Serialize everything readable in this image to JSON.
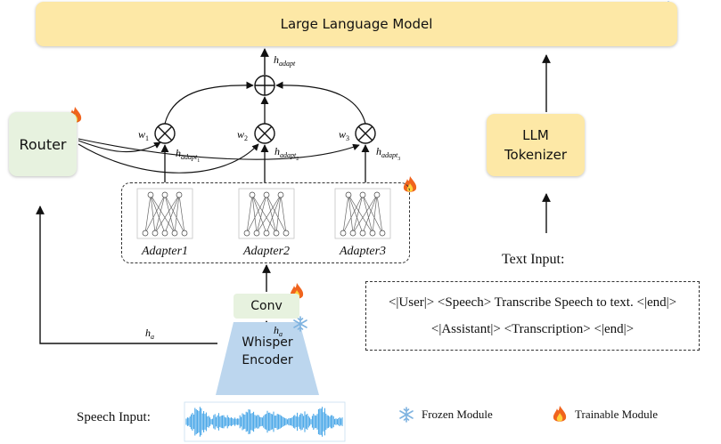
{
  "llm": {
    "label": "Large Language Model"
  },
  "router": {
    "label": "Router"
  },
  "tokenizer": {
    "line1": "LLM",
    "line2": "Tokenizer"
  },
  "conv": {
    "label": "Conv"
  },
  "whisper": {
    "line1": "Whisper",
    "line2": "Encoder"
  },
  "adapters": [
    "Adapter1",
    "Adapter2",
    "Adapter3"
  ],
  "math": {
    "h": "h",
    "adapt": "adapt",
    "a": "a",
    "w": "w",
    "sub1": "1",
    "sub2": "2",
    "sub3": "3"
  },
  "text_input": {
    "label": "Text Input:"
  },
  "prompt": {
    "line1": "<|User|> <Speech> Transcribe Speech to text. <|end|>",
    "line2": "<|Assistant|> <Transcription> <|end|>"
  },
  "speech_input": {
    "label": "Speech Input:"
  },
  "legend": {
    "frozen": "Frozen Module",
    "trainable": "Trainable Module"
  },
  "colors": {
    "llm": "#fde8a6",
    "router": "#e7f2df",
    "whisper": "#bcd6ee",
    "waveform": "#3ba0e6"
  },
  "icons": {
    "frozen": "snowflake-icon",
    "trainable": "flame-icon"
  }
}
